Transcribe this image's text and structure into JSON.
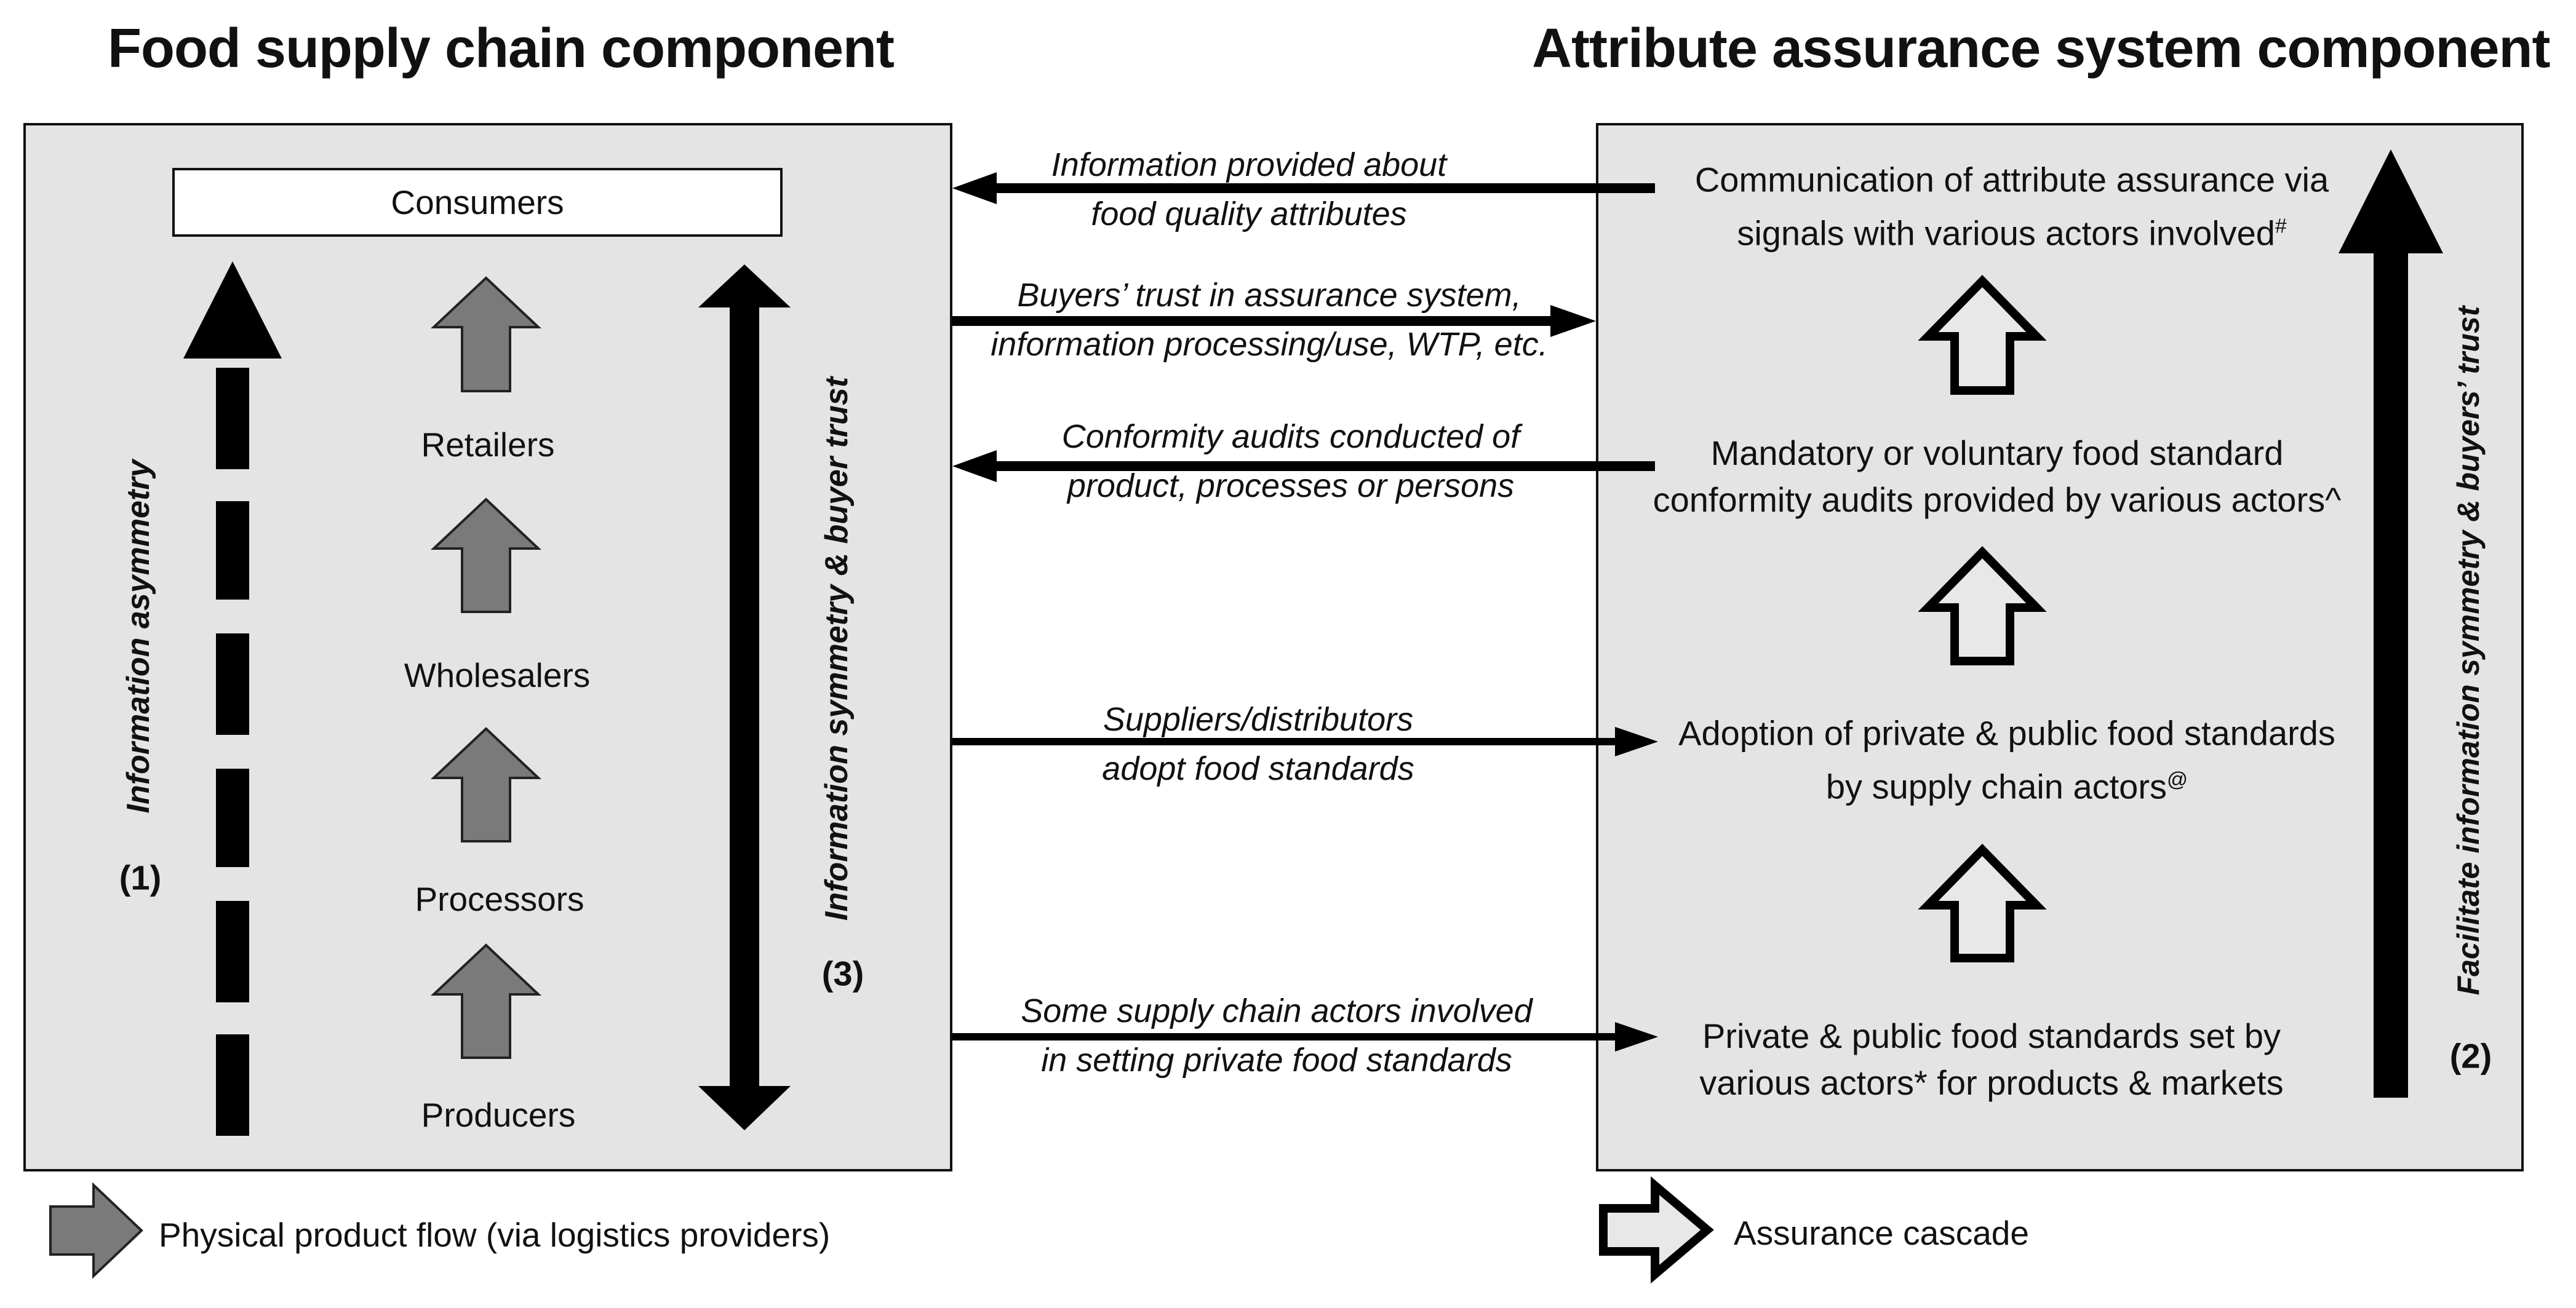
{
  "titles": {
    "left": "Food supply chain component",
    "right": "Attribute assurance system component"
  },
  "supply_chain": {
    "consumers": "Consumers",
    "retailers": "Retailers",
    "wholesalers": "Wholesalers",
    "processors": "Processors",
    "producers": "Producers",
    "asymmetry_label": "Information asymmetry",
    "asymmetry_number": "(1)",
    "symmetry_label": "Information symmetry & buyer trust",
    "symmetry_number": "(3)"
  },
  "flows": [
    {
      "line1": "Information provided about",
      "line2": "food quality attributes",
      "direction": "left"
    },
    {
      "line1": "Buyers’ trust in assurance system,",
      "line2": "information processing/use, WTP, etc.",
      "direction": "right"
    },
    {
      "line1": "Conformity audits conducted of",
      "line2": "product, processes or persons",
      "direction": "left"
    },
    {
      "line1": "Suppliers/distributors",
      "line2": "adopt food standards",
      "direction": "right"
    },
    {
      "line1": "Some supply chain actors involved",
      "line2": "in setting private food standards",
      "direction": "right"
    }
  ],
  "assurance": {
    "communication": {
      "line1": "Communication of attribute assurance via",
      "line2": "signals with various actors involved",
      "mark": "#"
    },
    "audits": {
      "line1": "Mandatory or voluntary food standard",
      "line2": "conformity audits provided by various actors^"
    },
    "adoption": {
      "line1": "Adoption of private & public food standards",
      "line2": "by supply chain actors",
      "mark": "@"
    },
    "standards": {
      "line1": "Private & public food standards set by",
      "line2": "various actors* for products & markets"
    },
    "facilitate_label": "Facilitate information symmetry & buyers’ trust",
    "facilitate_number": "(2)"
  },
  "legend": {
    "physical_flow": "Physical product flow (via logistics providers)",
    "assurance_cascade": "Assurance cascade"
  },
  "colors": {
    "panel_fill": "#e4e4e4",
    "physical_arrow": "#7a7a7a",
    "cascade_arrow_fill": "#e8e8e8",
    "ink": "#000000"
  }
}
